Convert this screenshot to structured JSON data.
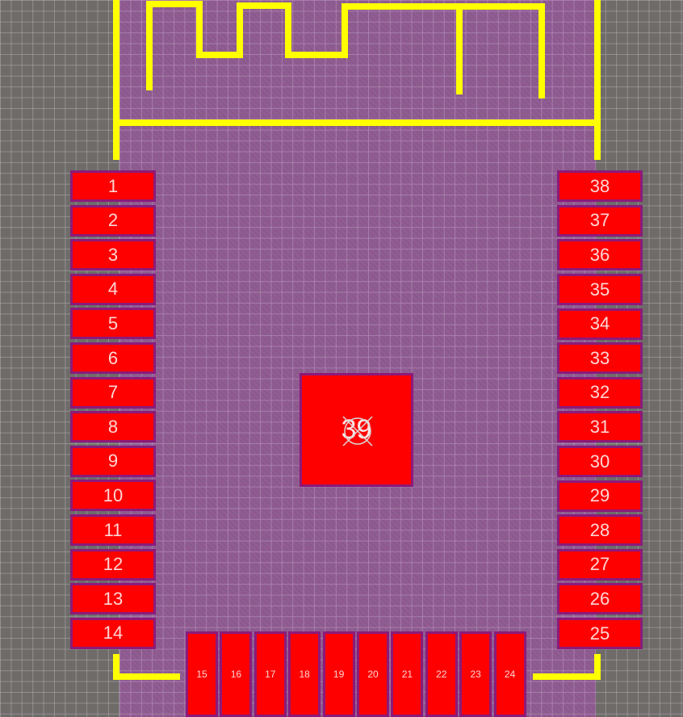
{
  "footprint": {
    "left_pads": [
      "1",
      "2",
      "3",
      "4",
      "5",
      "6",
      "7",
      "8",
      "9",
      "10",
      "11",
      "12",
      "13",
      "14"
    ],
    "bottom_pads": [
      "15",
      "16",
      "17",
      "18",
      "19",
      "20",
      "21",
      "22",
      "23",
      "24"
    ],
    "right_pads": [
      "25",
      "26",
      "27",
      "28",
      "29",
      "30",
      "31",
      "32",
      "33",
      "34",
      "35",
      "36",
      "37",
      "38"
    ],
    "thermal_pad": "39"
  },
  "colors": {
    "canvas": "#6e6b69",
    "board": "#8a5b8b",
    "pad": "#ff0000",
    "pad_outline": "#8c1a7a",
    "silkscreen": "#ffff00"
  }
}
